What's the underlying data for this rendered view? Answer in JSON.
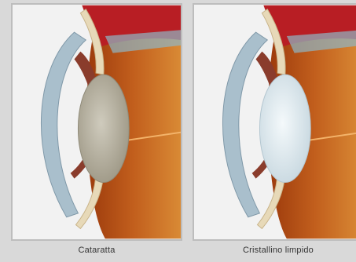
{
  "panels": [
    {
      "caption": "Cataratta",
      "lens_color": "#b8b3a2",
      "lens_state": "opaque"
    },
    {
      "caption": "Cristallino limpido",
      "lens_color": "#dfe9ee",
      "lens_state": "clear"
    }
  ],
  "colors": {
    "retina_dark": "#a8430f",
    "retina_light": "#d67a2a",
    "sclera": "#b81e24",
    "cornea": "#a9bfcc",
    "background": "#f2f2f2"
  }
}
